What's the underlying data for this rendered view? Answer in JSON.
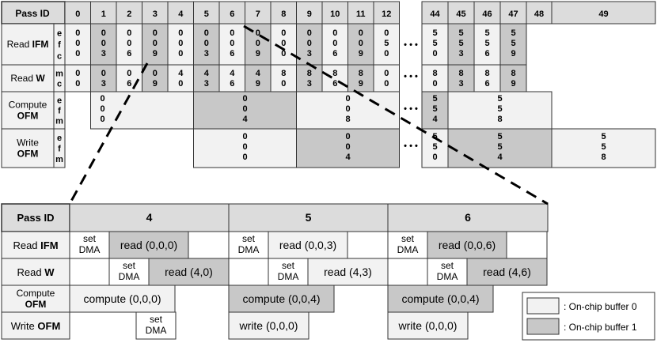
{
  "colors": {
    "buf0": "#f2f2f2",
    "buf1": "#c8c8c8",
    "header": "#dcdcdc",
    "border": "#333333"
  },
  "top": {
    "pass_id_label": "Pass ID",
    "pass_ids_left": [
      "0",
      "1",
      "2",
      "3",
      "4",
      "5",
      "6",
      "7",
      "8",
      "9",
      "10",
      "11",
      "12"
    ],
    "pass_ids_right": [
      "44",
      "45",
      "46",
      "47",
      "48",
      "49"
    ],
    "rows": [
      {
        "label_a": "Read ",
        "label_b": "IFM",
        "letters": [
          "e",
          "f",
          "c"
        ]
      },
      {
        "label_a": "Read ",
        "label_b": "W",
        "letters": [
          "m",
          "c"
        ]
      },
      {
        "label_a": "Compute",
        "label_b": "OFM",
        "letters": [
          "e",
          "f",
          "m"
        ]
      },
      {
        "label_a": "Write",
        "label_b": "OFM",
        "letters": [
          "e",
          "f",
          "m"
        ]
      }
    ],
    "ifm_cols": [
      [
        "0",
        "0",
        "0"
      ],
      [
        "0",
        "0",
        "3"
      ],
      [
        "0",
        "0",
        "6"
      ],
      [
        "0",
        "0",
        "9"
      ],
      [
        "0",
        "0",
        "0"
      ],
      [
        "0",
        "0",
        "3"
      ],
      [
        "0",
        "0",
        "6"
      ],
      [
        "0",
        "0",
        "9"
      ],
      [
        "0",
        "0",
        "0"
      ],
      [
        "0",
        "0",
        "3"
      ],
      [
        "0",
        "0",
        "6"
      ],
      [
        "0",
        "0",
        "9"
      ],
      [
        "0",
        "5",
        "0"
      ]
    ],
    "ifm_right": [
      [
        "5",
        "5",
        "0"
      ],
      [
        "5",
        "5",
        "3"
      ],
      [
        "5",
        "5",
        "6"
      ],
      [
        "5",
        "5",
        "9"
      ]
    ],
    "w_cols": [
      [
        "0",
        "0"
      ],
      [
        "0",
        "3"
      ],
      [
        "0",
        "6"
      ],
      [
        "0",
        "9"
      ],
      [
        "4",
        "0"
      ],
      [
        "4",
        "3"
      ],
      [
        "4",
        "6"
      ],
      [
        "4",
        "9"
      ],
      [
        "8",
        "0"
      ],
      [
        "8",
        "3"
      ],
      [
        "8",
        "6"
      ],
      [
        "8",
        "9"
      ],
      [
        "0",
        "0"
      ]
    ],
    "w_right": [
      [
        "8",
        "0"
      ],
      [
        "8",
        "3"
      ],
      [
        "8",
        "6"
      ],
      [
        "8",
        "9"
      ]
    ],
    "compute_groups": [
      [
        "0",
        "0",
        "0"
      ],
      [
        "0",
        "0",
        "4"
      ],
      [
        "0",
        "0",
        "8"
      ]
    ],
    "compute_right": [
      [
        "5",
        "5",
        "4"
      ],
      [
        "5",
        "5",
        "8"
      ]
    ],
    "write_groups": [
      [
        "0",
        "0",
        "0"
      ],
      [
        "0",
        "0",
        "4"
      ]
    ],
    "write_right": [
      [
        "5",
        "5",
        "0"
      ],
      [
        "5",
        "5",
        "4"
      ],
      [
        "5",
        "5",
        "8"
      ]
    ],
    "ellipsis": "• • •"
  },
  "bottom": {
    "pass_id_label": "Pass ID",
    "passes": [
      "4",
      "5",
      "6"
    ],
    "row_labels": [
      {
        "a": "Read ",
        "b": "IFM"
      },
      {
        "a": "Read ",
        "b": "W"
      },
      {
        "a": "Compute",
        "b": "OFM"
      },
      {
        "a": "Write ",
        "b": "OFM"
      }
    ],
    "set_line1": "set",
    "set_line2": "DMA",
    "read_ifm": [
      "read (0,0,0)",
      "read (0,0,3)",
      "read (0,0,6)"
    ],
    "read_w": [
      "read (4,0)",
      "read (4,3)",
      "read (4,6)"
    ],
    "compute": [
      "compute (0,0,0)",
      "compute (0,0,4)",
      "compute (0,0,4)"
    ],
    "write": [
      "write (0,0,0)",
      "write (0,0,0)"
    ]
  },
  "legend": {
    "buf0": ": On-chip buffer 0",
    "buf1": ": On-chip buffer 1"
  }
}
